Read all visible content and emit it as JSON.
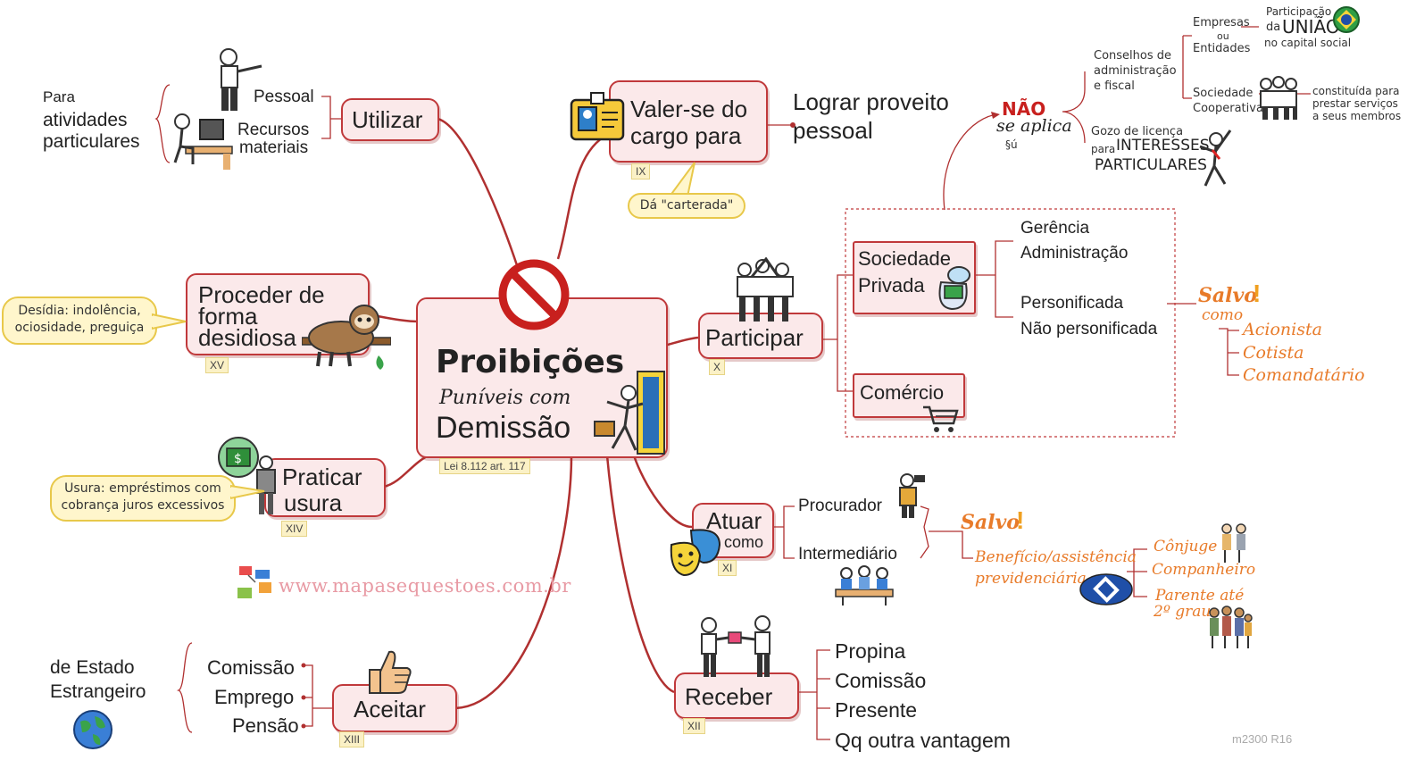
{
  "center": {
    "title": "Proibições",
    "subtitle": "Puníveis com",
    "subtitle2": "Demissão",
    "law_tag": "Lei 8.112 art. 117"
  },
  "utilizar": {
    "label": "Utilizar",
    "items": [
      "Pessoal",
      "Recursos",
      "materiais"
    ],
    "purpose_line1": "Para",
    "purpose_line2": "atividades",
    "purpose_line3": "particulares"
  },
  "valer": {
    "line1": "Valer-se do",
    "line2": "cargo para",
    "tag": "IX",
    "callout": "Dá \"carterada\"",
    "result_line1": "Lograr proveito",
    "result_line2": "pessoal"
  },
  "nao_aplica": {
    "line1": "NÃO",
    "line2": "se aplica",
    "ref": "§ú",
    "conselhos_line1": "Conselhos de",
    "conselhos_line2": "administração",
    "conselhos_line3": "e fiscal",
    "empresas_line1": "Empresas",
    "empresas_line2": "ou",
    "empresas_line3": "Entidades",
    "participacao_line1": "Participação",
    "participacao_line2a": "da",
    "participacao_line2b": "UNIÃO",
    "participacao_line3": "no capital social",
    "sociedade_line1": "Sociedade",
    "sociedade_line2": "Cooperativa",
    "constituida_line1": "constituída para",
    "constituida_line2": "prestar serviços",
    "constituida_line3": "a seus membros",
    "gozo_line1": "Gozo de licença",
    "gozo_line2a": "para",
    "gozo_line2b": "INTERESSES",
    "gozo_line3": "PARTICULARES"
  },
  "participar": {
    "label": "Participar",
    "tag": "X",
    "soc_line1": "Sociedade",
    "soc_line2": "Privada",
    "comercio": "Comércio",
    "gerencia": "Gerência",
    "administracao": "Administração",
    "personificada": "Personificada",
    "nao_personificada": "Não personificada",
    "salvo": "Salvo",
    "salvo_como": "como",
    "excecoes": [
      "Acionista",
      "Cotista",
      "Comandatário"
    ]
  },
  "proceder": {
    "line1": "Proceder de",
    "line2": "forma",
    "line3": "desidiosa",
    "tag": "XV",
    "callout_line1": "Desídia: indolência,",
    "callout_line2": "ociosidade, preguiça"
  },
  "usura": {
    "line1": "Praticar",
    "line2": "usura",
    "tag": "XIV",
    "callout_line1": "Usura: empréstimos com",
    "callout_line2": "cobrança juros excessivos"
  },
  "atuar": {
    "label": "Atuar",
    "como": "como",
    "tag": "XI",
    "items": [
      "Procurador",
      "Intermediário"
    ],
    "salvo": "Salvo",
    "beneficio_line1": "Benefício/assistência",
    "beneficio_line2": "previdenciária",
    "parentes": [
      "Cônjuge",
      "Companheiro",
      "Parente até",
      "2º grau"
    ]
  },
  "receber": {
    "label": "Receber",
    "tag": "XII",
    "items": [
      "Propina",
      "Comissão",
      "Presente",
      "Qq outra vantagem"
    ]
  },
  "aceitar": {
    "label": "Aceitar",
    "tag": "XIII",
    "items": [
      "Comissão",
      "Emprego",
      "Pensão"
    ],
    "source_line1": "de Estado",
    "source_line2": "Estrangeiro"
  },
  "website": "www.mapasequestoes.com.br",
  "footer": "m2300 R16",
  "colors": {
    "link": "#b03030",
    "node_bg": "#fbe9ea",
    "node_border": "#c0393b",
    "accent_orange": "#e87b2a",
    "callout_bg": "#fff6cc"
  },
  "icons": [
    "prohibition-icon",
    "exit-door-icon",
    "badge-icon",
    "sloth-icon",
    "money-icon",
    "thumbs-up-icon",
    "globe-icon",
    "theater-masks-icon",
    "team-icon",
    "cart-icon",
    "gift-exchange-icon",
    "brasil-seal-icon"
  ]
}
